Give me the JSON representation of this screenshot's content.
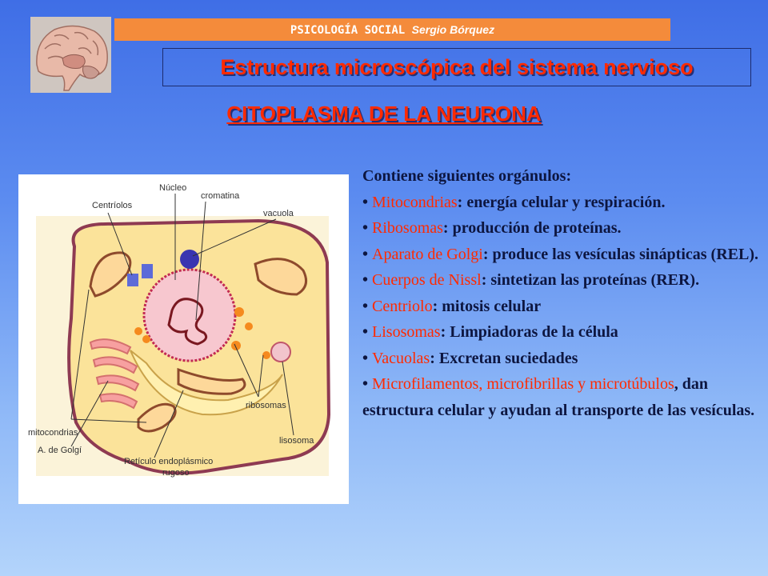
{
  "header": {
    "course": "PSICOLOGÍA SOCIAL",
    "author": "Sergio Bórquez"
  },
  "title": "Estructura microscópica del sistema nervioso",
  "subtitle": "CITOPLASMA DE LA NEURONA",
  "diagram": {
    "labels": {
      "centriolos": "Centríolos",
      "nucleo": "Núcleo",
      "cromatina": "cromatina",
      "vacuola": "vacuola",
      "ribosomas": "ribosomas",
      "mitocondrias": "mitocondrias",
      "golgi": "A. de Golgí",
      "reticulo_1": "Retículo endoplásmico",
      "reticulo_2": "rugoso",
      "lisosoma": "lisosoma"
    }
  },
  "content": {
    "intro": "Contiene siguientes orgánulos:",
    "items": [
      {
        "term": "Mitocondrias",
        "desc": ": energía celular y respiración."
      },
      {
        "term": "Ribosomas",
        "desc": ": producción de proteínas."
      },
      {
        "term": "Aparato de Golgi",
        "desc": ": produce las vesículas sinápticas (REL)."
      },
      {
        "term": "Cuerpos de Nissl",
        "desc": ": sintetizan las proteínas (RER)."
      },
      {
        "term": "Centriolo",
        "desc": ": mitosis celular"
      },
      {
        "term": "Lisosomas",
        "desc": ": Limpiadoras de la célula"
      },
      {
        "term": "Vacuolas",
        "desc": ": Excretan suciedades"
      },
      {
        "term": "Microfilamentos, microfibrillas y microtúbulos",
        "desc": ", dan estructura celular y ayudan al transporte de las vesículas."
      }
    ]
  }
}
